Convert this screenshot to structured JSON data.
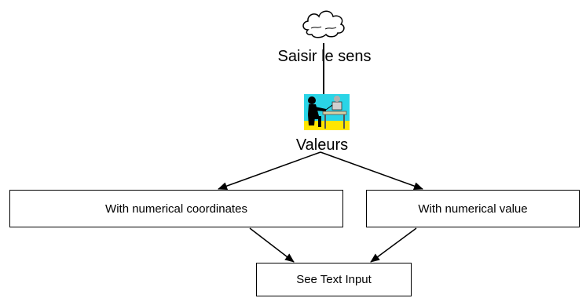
{
  "diagram": {
    "nodes": {
      "saisir": {
        "label": "Saisir le sens",
        "icon": "cloud-icon"
      },
      "valeurs": {
        "label": "Valeurs",
        "icon": "person-at-desk-icon"
      },
      "coords": {
        "label": "With numerical coordinates"
      },
      "value": {
        "label": "With numerical value"
      },
      "text_input": {
        "label": "See Text Input"
      }
    },
    "edges": [
      {
        "from": "saisir",
        "to": "valeurs",
        "style": "line"
      },
      {
        "from": "valeurs",
        "to": "coords",
        "style": "arrow"
      },
      {
        "from": "valeurs",
        "to": "value",
        "style": "arrow"
      },
      {
        "from": "coords",
        "to": "text_input",
        "style": "arrow"
      },
      {
        "from": "value",
        "to": "text_input",
        "style": "arrow"
      }
    ]
  },
  "colors": {
    "line": "#000000",
    "box_border": "#000000",
    "icon_background": "#2ad4e6",
    "icon_floor": "#ffe600",
    "desk": "#d6cfa3"
  }
}
